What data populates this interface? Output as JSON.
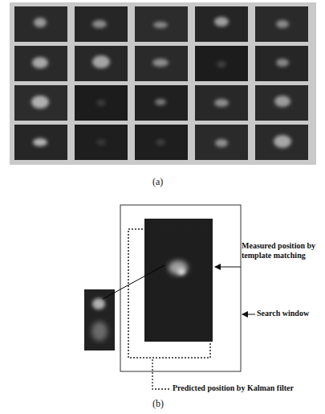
{
  "diagram": {
    "labels": [
      "(a)",
      "Measured position by template matching",
      "Search window",
      "Predicted position by Kalman filter",
      "(b)"
    ]
  }
}
